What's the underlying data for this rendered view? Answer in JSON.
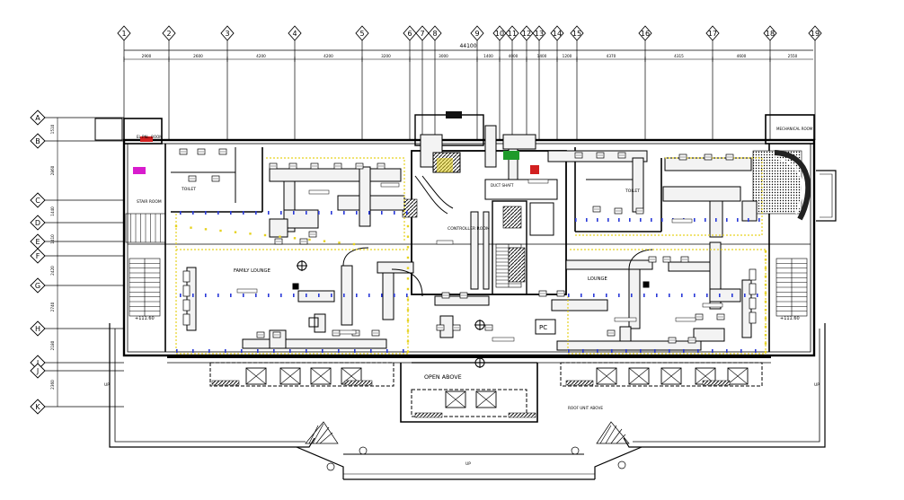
{
  "drawing": {
    "overall_dimension": "44100",
    "grid_columns": [
      {
        "label": "1"
      },
      {
        "label": "2"
      },
      {
        "label": "3"
      },
      {
        "label": "4"
      },
      {
        "label": "5"
      },
      {
        "label": "6"
      },
      {
        "label": "7"
      },
      {
        "label": "8"
      },
      {
        "label": "9"
      },
      {
        "label": "10"
      },
      {
        "label": "11"
      },
      {
        "label": "12"
      },
      {
        "label": "13"
      },
      {
        "label": "14"
      },
      {
        "label": "15"
      },
      {
        "label": "16"
      },
      {
        "label": "17"
      },
      {
        "label": "18"
      },
      {
        "label": "19"
      }
    ],
    "grid_rows": [
      {
        "label": "A"
      },
      {
        "label": "B"
      },
      {
        "label": "C"
      },
      {
        "label": "D"
      },
      {
        "label": "E"
      },
      {
        "label": "F"
      },
      {
        "label": "G"
      },
      {
        "label": "H"
      },
      {
        "label": "I"
      },
      {
        "label": "J"
      },
      {
        "label": "K"
      }
    ],
    "column_spacings": [
      "2900",
      "2600",
      "4200",
      "4200",
      "3200",
      "3000",
      "1400",
      "4000",
      "1400",
      "1200",
      "4370",
      "4315",
      "4600",
      "2550"
    ],
    "row_spacings": [
      "1510",
      "2860",
      "1440",
      "1410",
      "2420",
      "2740",
      "2180",
      "2360"
    ],
    "rooms": {
      "family_lounge": "FAMILY LOUNGE",
      "lounge": "LOUNGE",
      "toilet_left": "TOILET",
      "toilet_right": "TOILET",
      "stair_room": "STAIR ROOM",
      "el_panel_room": "EL PNL. ROOM",
      "mechanical_room": "MECHANICAL ROOM",
      "controller_room": "CONTROLLER ROOM",
      "duct_shaft": "DUCT SHAFT",
      "open_above": "OPEN ABOVE",
      "roof_unit_above": "ROOF UNIT ABOVE",
      "pc": "PC",
      "up_left": "UP",
      "up_right": "UP",
      "up_bottom": "UP",
      "ffl_left": "+111.60",
      "ffl_right": "+111.60"
    }
  },
  "colors": {
    "line": "#000000",
    "accent_yellow": "#e6d21e",
    "accent_blue": "#2a3ad8",
    "accent_red": "#d22020",
    "accent_magenta": "#d81ccd",
    "accent_green": "#1f9a2a",
    "duct_fill": "#f2f2f2",
    "hatch": "#222222"
  }
}
